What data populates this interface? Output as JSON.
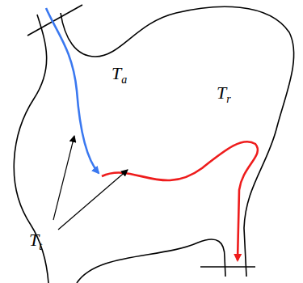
{
  "diagram": {
    "labels": [
      "Ta",
      "Tr",
      "Tt"
    ]
  }
}
